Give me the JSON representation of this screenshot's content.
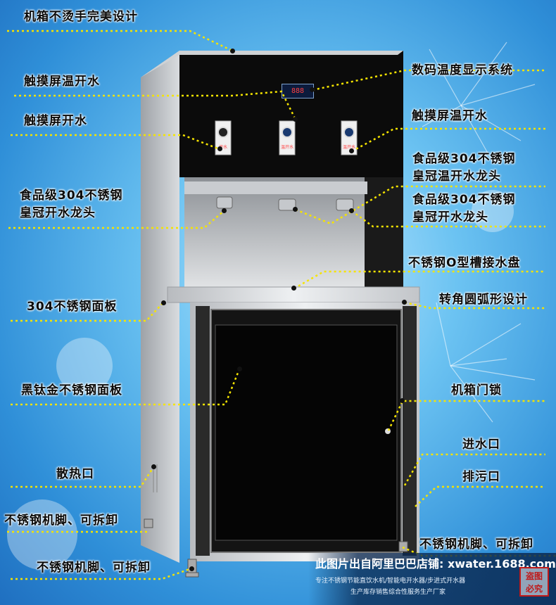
{
  "labels": {
    "cabinet_no_burn": "机箱不烫手完美设计",
    "touch_warm_water_left": "触摸屏温开水",
    "digital_display": "数码温度显示系统",
    "touch_boil_water": "触摸屏开水",
    "touch_warm_water_right": "触摸屏温开水",
    "faucet_warm_right_l1": "食品级304不锈钢",
    "faucet_warm_right_l2": "皇冠温开水龙头",
    "faucet_boil_left_l1": "食品级304不锈钢",
    "faucet_boil_left_l2": "皇冠开水龙头",
    "faucet_boil_right_l1": "食品级304不锈钢",
    "faucet_boil_right_l2": "皇冠开水龙头",
    "drip_tray": "不锈钢O型槽接水盘",
    "panel_304": "304不锈钢面板",
    "rounded_corner": "转角圆弧形设计",
    "black_titanium_panel": "黑钛金不锈钢面板",
    "door_lock": "机箱门锁",
    "water_inlet": "进水口",
    "heat_vent": "散热口",
    "drain_outlet": "排污口",
    "feet_left_top": "不锈钢机脚、可拆卸",
    "feet_right": "不锈钢机脚、可拆卸",
    "feet_left_bottom": "不锈钢机脚、可拆卸"
  },
  "machine": {
    "display_value": "888",
    "knob1_label": "开水",
    "knob2_label": "温开水",
    "knob3_label": "温开水"
  },
  "footer": {
    "line1": "此图片出自阿里巴巴店铺: xwater.1688.com",
    "line2": "专注不锈钢节能直饮水机/智能电开水器/步进式开水器",
    "line3": "生产库存销售综合性服务生产厂家"
  },
  "stamp": {
    "line1": "盗图",
    "line2": "必究"
  },
  "colors": {
    "leader": "#f5e400",
    "background": "#4aa8e6",
    "cabinet_black": "#0b0b0b",
    "steel": "#d9dadc"
  }
}
